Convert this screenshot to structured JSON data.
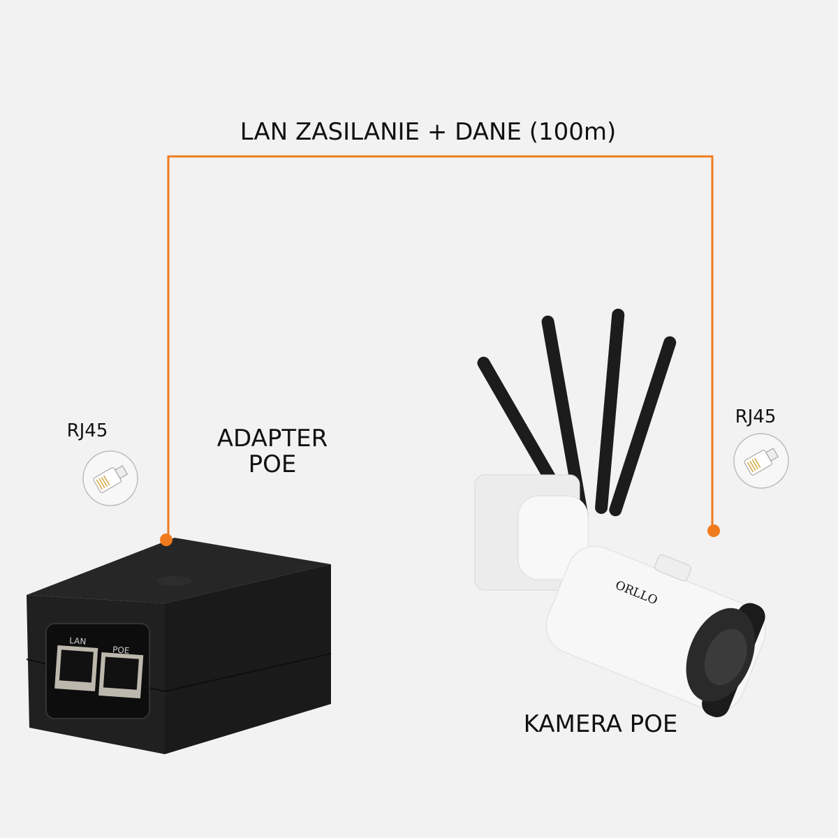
{
  "title": "LAN ZASILANIE + DANE (100m)",
  "adapter": {
    "label_line1": "ADAPTER",
    "label_line2": "POE",
    "port_lan": "LAN",
    "port_poe": "POE"
  },
  "camera": {
    "label": "KAMERA POE",
    "brand": "ORLLO"
  },
  "connectors": {
    "left_label": "RJ45",
    "right_label": "RJ45",
    "icon": "rj45-plug-icon"
  },
  "colors": {
    "cable": "#f07b1d",
    "background": "#f2f2f2",
    "adapter": "#1c1c1c",
    "camera": "#f7f7f7"
  }
}
